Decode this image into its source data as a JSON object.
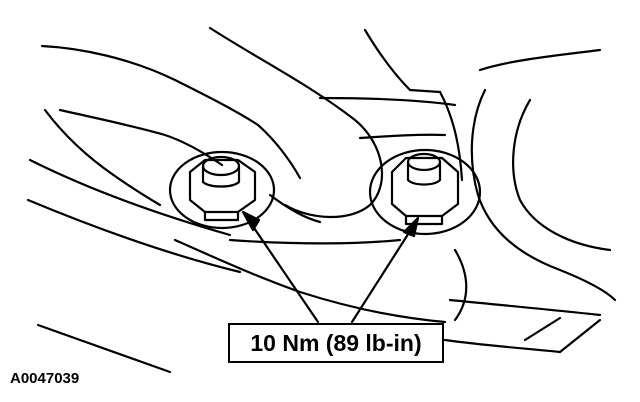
{
  "callout": {
    "torque_spec": "10 Nm (89 lb-in)"
  },
  "figure": {
    "id": "A0047039"
  },
  "illustration": {
    "components": [
      "nut-left",
      "nut-right",
      "bracket",
      "tube"
    ],
    "line_color": "#000000",
    "background": "#ffffff"
  }
}
